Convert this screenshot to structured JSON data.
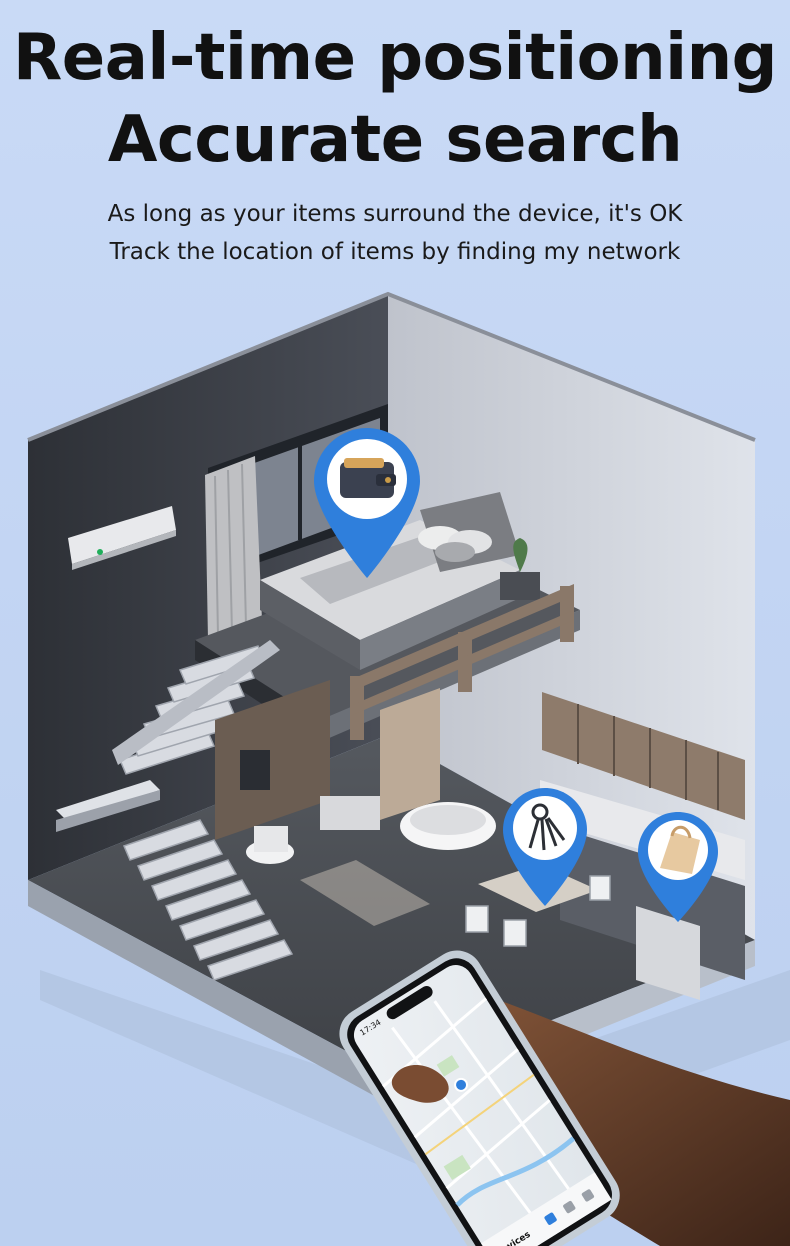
{
  "headline": {
    "line1": "Real-time positioning",
    "line2": "Accurate search"
  },
  "subheadline": {
    "line1": "As long as your items surround the device, it's OK",
    "line2": "Track the location of items by finding my network"
  },
  "phone": {
    "status_time": "17:34",
    "map_tab_label": "Devices"
  },
  "markers": [
    {
      "icon": "wallet-icon",
      "color": "#2f7fdc"
    },
    {
      "icon": "keys-icon",
      "color": "#2f7fdc"
    },
    {
      "icon": "bag-icon",
      "color": "#2f7fdc"
    }
  ],
  "colors": {
    "background": "#c6d8f5",
    "headline": "#111111",
    "marker_blue": "#2f7fdc",
    "wall_dark": "#3f434b"
  }
}
